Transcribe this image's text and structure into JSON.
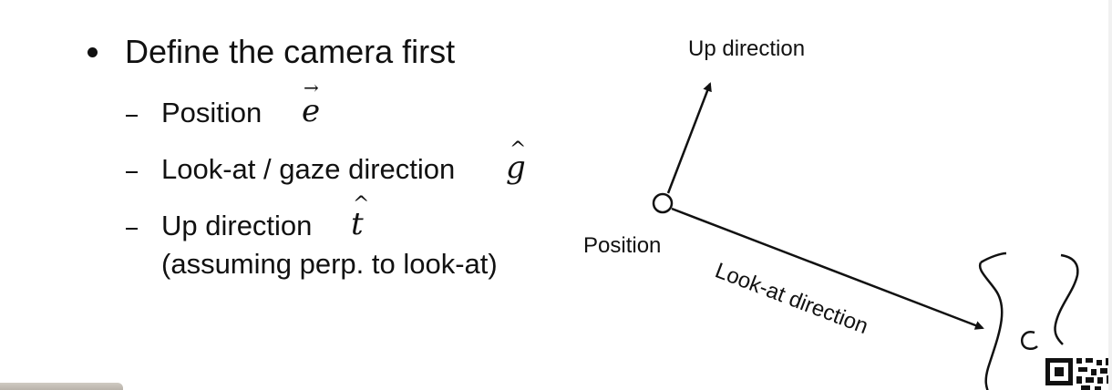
{
  "bullets": {
    "heading": "Define the camera first",
    "items": [
      {
        "label": "Position",
        "symbol": "e",
        "accent": "→"
      },
      {
        "label": "Look-at / gaze direction",
        "symbol": "g",
        "accent": "^"
      },
      {
        "label": "Up direction",
        "symbol": "t",
        "accent": "^",
        "note": "(assuming perp. to look-at)"
      }
    ]
  },
  "diagram": {
    "up_label": "Up direction",
    "position_label": "Position",
    "lookat_label": "Look-at direction",
    "colors": {
      "stroke": "#111111",
      "background": "#ffffff"
    }
  }
}
